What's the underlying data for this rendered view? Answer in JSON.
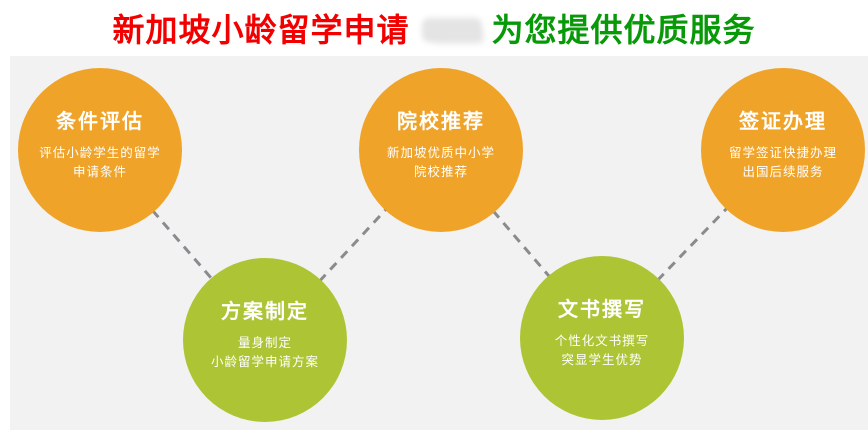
{
  "header": {
    "title_red": "新加坡小龄留学申请",
    "title_green": "为您提供优质服务"
  },
  "steps": [
    {
      "title": "条件评估",
      "lines": [
        "评估小龄学生的留学",
        "申请条件"
      ],
      "color": "orange"
    },
    {
      "title": "方案制定",
      "lines": [
        "量身制定",
        "小龄留学申请方案"
      ],
      "color": "green"
    },
    {
      "title": "院校推荐",
      "lines": [
        "新加坡优质中小学",
        "院校推荐"
      ],
      "color": "orange"
    },
    {
      "title": "文书撰写",
      "lines": [
        "个性化文书撰写",
        "突显学生优势"
      ],
      "color": "green"
    },
    {
      "title": "签证办理",
      "lines": [
        "留学签证快捷办理",
        "出国后续服务"
      ],
      "color": "orange"
    }
  ],
  "palette": {
    "orange": "#EFA329",
    "green": "#ADC435",
    "panel_bg": "#F2F2F2",
    "title_red": "#F20000",
    "title_green": "#079907",
    "connector": "#8A8A8F"
  }
}
